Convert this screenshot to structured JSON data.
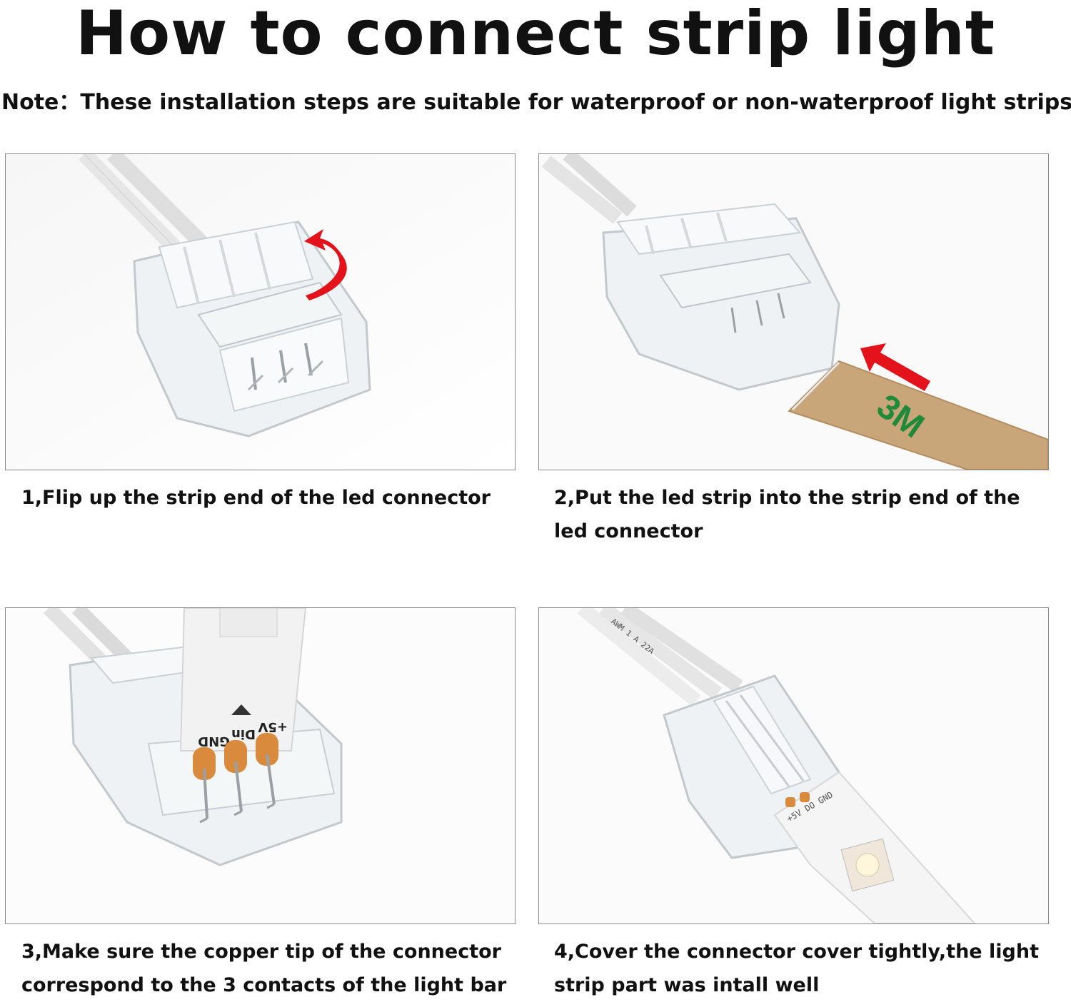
{
  "header": {
    "title": "How to connect strip light",
    "note": "Note：These installation steps are suitable for waterproof or non-waterproof light strips"
  },
  "steps": [
    {
      "caption": "1,Flip up the strip end of the led connector"
    },
    {
      "caption": "2,Put the led strip into the strip end of the led connector"
    },
    {
      "caption": "3,Make sure the copper tip of the connector correspond to the 3 contacts of the light bar"
    },
    {
      "caption": "4,Cover the connector cover tightly,the light strip part was intall well"
    }
  ],
  "photo_labels": {
    "tape_mark": "3M",
    "pad_labels": [
      "GND",
      "Din",
      "+5V"
    ],
    "wire_print": "AWM 1 A 22A",
    "strip_print": "+5V DO GND"
  },
  "colors": {
    "arrow_red": "#e3121b",
    "tape_brown": "#c9a57a",
    "tape_green": "#1f8a3a",
    "copper_pad": "#d98a3c",
    "plastic": "#eef2f4"
  }
}
